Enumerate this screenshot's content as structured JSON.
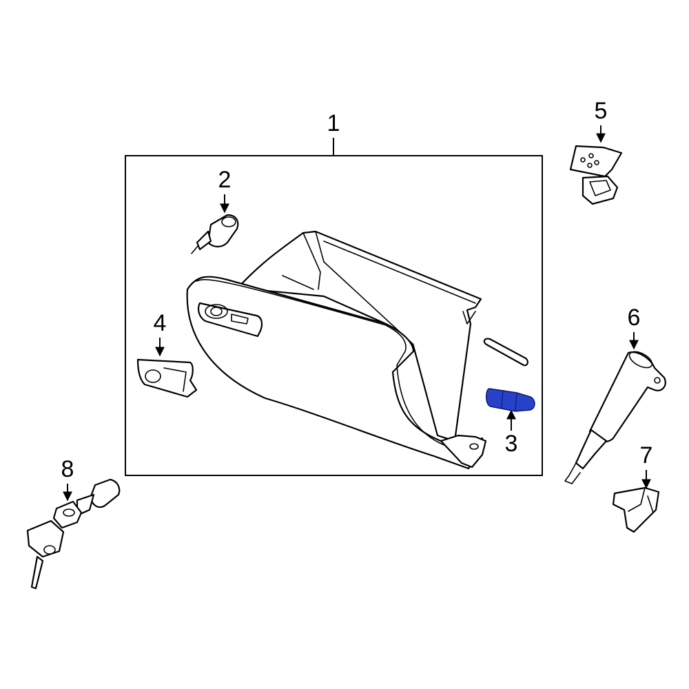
{
  "diagram": {
    "highlight_color": "#2742c9",
    "callouts": [
      {
        "id": "1",
        "label": "1"
      },
      {
        "id": "2",
        "label": "2"
      },
      {
        "id": "3",
        "label": "3"
      },
      {
        "id": "4",
        "label": "4"
      },
      {
        "id": "5",
        "label": "5"
      },
      {
        "id": "6",
        "label": "6"
      },
      {
        "id": "7",
        "label": "7"
      },
      {
        "id": "8",
        "label": "8"
      }
    ],
    "highlighted_part": "3"
  }
}
